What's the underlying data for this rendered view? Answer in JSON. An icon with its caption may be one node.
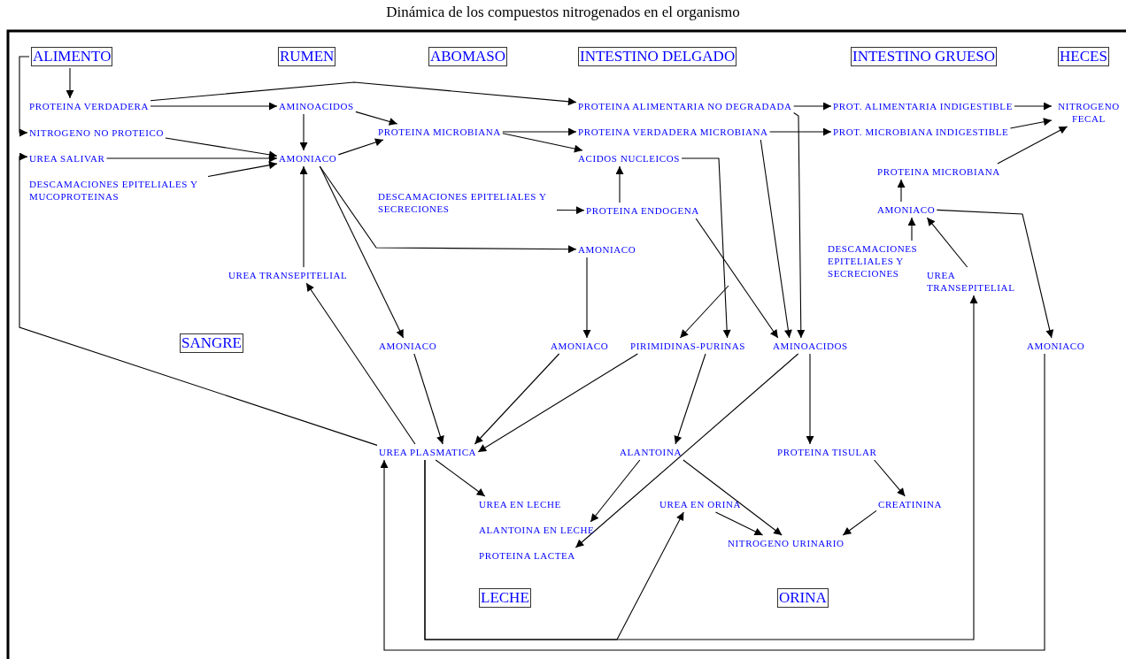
{
  "diagram": {
    "title": "Dinámica de los compuestos nitrogenados en el organismo",
    "nodes": [
      {
        "text": [
          "ALIMENTO"
        ]
      },
      {
        "text": [
          "RUMEN"
        ]
      },
      {
        "text": [
          "ABOMASO"
        ]
      },
      {
        "text": [
          "INTESTINO DELGADO"
        ]
      },
      {
        "text": [
          "INTESTINO GRUESO"
        ]
      },
      {
        "text": [
          "HECES"
        ]
      },
      {
        "text": [
          "PROTEINA VERDADERA"
        ]
      },
      {
        "text": [
          "NITROGENO NO PROTEICO"
        ]
      },
      {
        "text": [
          "UREA SALIVAR"
        ]
      },
      {
        "text": [
          "DESCAMACIONES EPITELIALES Y MUCOPROTEINAS"
        ]
      },
      {
        "text": [
          "AMINOACIDOS"
        ]
      },
      {
        "text": [
          "AMONIACO"
        ]
      },
      {
        "text": [
          "PROTEINA MICROBIANA"
        ]
      },
      {
        "text": [
          "UREA TRANSEPITELIAL"
        ]
      },
      {
        "text": [
          "PROTEINA ALIMENTARIA NO DEGRADADA"
        ]
      },
      {
        "text": [
          "PROTEINA VERDADERA MICROBIANA"
        ]
      },
      {
        "text": [
          "ACIDOS NUCLEICOS"
        ]
      },
      {
        "text": [
          "DESCAMACIONES EPITELIALES Y SECRECIONES"
        ]
      },
      {
        "text": [
          "PROTEINA ENDOGENA"
        ]
      },
      {
        "text": [
          "AMONIACO"
        ]
      },
      {
        "text": [
          "PROT. ALIMENTARIA INDIGESTIBLE"
        ]
      },
      {
        "text": [
          "PROT. MICROBIANA INDIGESTIBLE"
        ]
      },
      {
        "text": [
          "NITROGENO FECAL"
        ]
      },
      {
        "text": [
          "PROTEINA MICROBIANA"
        ]
      },
      {
        "text": [
          "AMONIACO"
        ]
      },
      {
        "text": [
          "DESCAMACIONES EPITELIALES Y SECRECIONES"
        ]
      },
      {
        "text": [
          "UREA TRANSEPITELIAL"
        ]
      },
      {
        "text": [
          "AMONIACO"
        ]
      },
      {
        "text": [
          "AMONIACO"
        ]
      },
      {
        "text": [
          "PIRIMIDINAS-PURINAS"
        ]
      },
      {
        "text": [
          "AMINOACIDOS"
        ]
      },
      {
        "text": [
          "AMONIACO"
        ]
      },
      {
        "text": [
          "SANGRE"
        ]
      },
      {
        "text": [
          "UREA PLASMATICA"
        ]
      },
      {
        "text": [
          "ALANTOINA"
        ]
      },
      {
        "text": [
          "PROTEINA TISULAR"
        ]
      },
      {
        "text": [
          "UREA EN LECHE"
        ]
      },
      {
        "text": [
          "ALANTOINA EN LECHE"
        ]
      },
      {
        "text": [
          "PROTEINA LACTEA"
        ]
      },
      {
        "text": [
          "UREA EN ORINA"
        ]
      },
      {
        "text": [
          "CREATININA"
        ]
      },
      {
        "text": [
          "NITROGENO URINARIO"
        ]
      },
      {
        "text": [
          "LECHE"
        ]
      },
      {
        "text": [
          "ORINA"
        ]
      }
    ],
    "edges": [
      {
        "from": 0,
        "to": 6,
        "arrow": "to"
      },
      {
        "from": 0,
        "to": 7,
        "arrow": "to"
      },
      {
        "from": 33,
        "to": 8,
        "arrow": "to"
      },
      {
        "from": 6,
        "to": 10,
        "arrow": "to"
      },
      {
        "from": 6,
        "to": 14,
        "arrow": "to"
      },
      {
        "from": 7,
        "to": 11,
        "arrow": "to"
      },
      {
        "from": 8,
        "to": 11,
        "arrow": "to"
      },
      {
        "from": 9,
        "to": 11,
        "arrow": "to"
      },
      {
        "from": 10,
        "to": 11,
        "arrow": "to"
      },
      {
        "from": 10,
        "to": 12,
        "arrow": "to"
      },
      {
        "from": 11,
        "to": 12,
        "arrow": "to"
      },
      {
        "from": 13,
        "to": 11,
        "arrow": "to"
      },
      {
        "from": 11,
        "to": 19,
        "arrow": "to"
      },
      {
        "from": 11,
        "to": 27,
        "arrow": "to"
      },
      {
        "from": 12,
        "to": 15,
        "arrow": "to"
      },
      {
        "from": 12,
        "to": 16,
        "arrow": "to"
      },
      {
        "from": 17,
        "to": 18,
        "arrow": "to"
      },
      {
        "from": 18,
        "to": 16,
        "arrow": "to"
      },
      {
        "from": 18,
        "to": 30,
        "arrow": "to"
      },
      {
        "from": 16,
        "to": 29,
        "arrow": "to"
      },
      {
        "from": null,
        "to": 29,
        "arrow": "to"
      },
      {
        "from": 14,
        "to": 20,
        "arrow": "to"
      },
      {
        "from": 14,
        "to": 30,
        "arrow": "to"
      },
      {
        "from": 15,
        "to": 21,
        "arrow": "to"
      },
      {
        "from": 15,
        "to": 30,
        "arrow": "to"
      },
      {
        "from": 20,
        "to": 22,
        "arrow": "to"
      },
      {
        "from": 21,
        "to": 22,
        "arrow": "to"
      },
      {
        "from": 23,
        "to": 22,
        "arrow": "to"
      },
      {
        "from": 24,
        "to": 23,
        "arrow": "to"
      },
      {
        "from": 25,
        "to": 24,
        "arrow": "to"
      },
      {
        "from": 26,
        "to": 24,
        "arrow": "to"
      },
      {
        "from": 24,
        "to": 31,
        "arrow": "to"
      },
      {
        "from": 19,
        "to": 28,
        "arrow": "to"
      },
      {
        "from": 27,
        "to": 33,
        "arrow": "to"
      },
      {
        "from": 28,
        "to": 33,
        "arrow": "to"
      },
      {
        "from": 29,
        "to": 33,
        "arrow": "to"
      },
      {
        "from": 29,
        "to": 34,
        "arrow": "to"
      },
      {
        "from": 33,
        "to": 13,
        "arrow": "to"
      },
      {
        "from": 31,
        "to": 33,
        "arrow": "to"
      },
      {
        "from": 33,
        "to": 26,
        "arrow": "to"
      },
      {
        "from": 33,
        "to": 39,
        "arrow": "to"
      },
      {
        "from": 33,
        "to": 36,
        "arrow": "to"
      },
      {
        "from": 34,
        "to": 37,
        "arrow": "to"
      },
      {
        "from": 34,
        "to": 41,
        "arrow": "to"
      },
      {
        "from": 39,
        "to": 41,
        "arrow": "to"
      },
      {
        "from": 30,
        "to": 35,
        "arrow": "to"
      },
      {
        "from": 30,
        "to": 38,
        "arrow": "to"
      },
      {
        "from": 35,
        "to": 40,
        "arrow": "to"
      },
      {
        "from": 40,
        "to": 41,
        "arrow": "to"
      }
    ]
  }
}
